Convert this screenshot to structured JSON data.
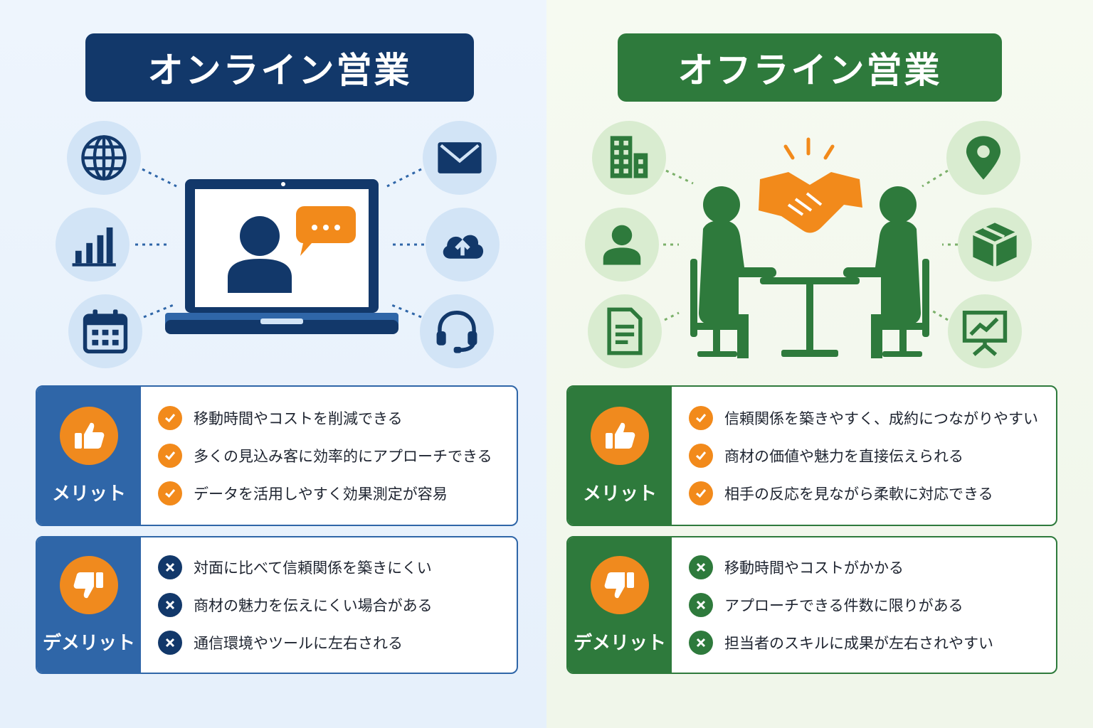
{
  "online": {
    "title": "オンライン営業",
    "icons": [
      "globe-icon",
      "chart-icon",
      "calendar-icon",
      "mail-icon",
      "cloud-upload-icon",
      "headset-icon"
    ],
    "merit": {
      "label": "メリット",
      "items": [
        "移動時間やコストを削減できる",
        "多くの見込み客に効率的にアプローチできる",
        "データを活用しやすく効果測定が容易"
      ]
    },
    "demerit": {
      "label": "デメリット",
      "items": [
        "対面に比べて信頼関係を築きにくい",
        "商材の魅力を伝えにくい場合がある",
        "通信環境やツールに左右される"
      ]
    }
  },
  "offline": {
    "title": "オフライン営業",
    "icons": [
      "building-icon",
      "person-icon",
      "document-icon",
      "location-pin-icon",
      "package-icon",
      "presentation-icon"
    ],
    "merit": {
      "label": "メリット",
      "items": [
        "信頼関係を築きやすく、成約につながりやすい",
        "商材の価値や魅力を直接伝えられる",
        "相手の反応を見ながら柔軟に対応できる"
      ]
    },
    "demerit": {
      "label": "デメリット",
      "items": [
        "移動時間やコストがかかる",
        "アプローチできる件数に限りがある",
        "担当者のスキルに成果が左右されやすい"
      ]
    }
  },
  "colors": {
    "online_navy": "#12386a",
    "online_blue": "#2f66a8",
    "offline_green": "#2e7a3c",
    "accent_orange": "#f08a1e"
  }
}
